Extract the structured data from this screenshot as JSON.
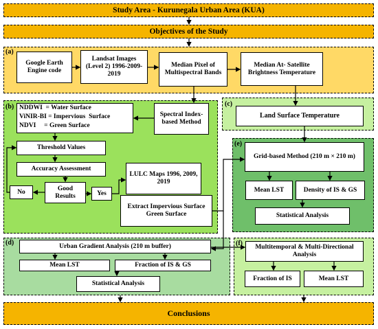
{
  "title": "Study Area - Kurunegala Urban Area (KUA)",
  "objectives": "Objectives of the Study",
  "conclusions": "Conclusions",
  "panel_a": {
    "tag": "(a)",
    "gee": "Google Earth Engine code",
    "landsat": "Landsat Images (Level 2) 1996-2009-2019",
    "median_pixel": "Median Pixel of Multispectral Bands",
    "median_bt": "Median At- Satellite Brightness Temperature"
  },
  "panel_b": {
    "tag": "(b)",
    "indices_line1": "NDDWI  = Water Surface",
    "indices_line2": "ViNIR-BI = Impervious  Surface",
    "indices_line3": "NDVI     = Green Surface",
    "spectral": "Spectral Index-based Method",
    "threshold": "Threshold Values",
    "accuracy": "Accuracy Assessment",
    "good": "Good Results",
    "no": "No",
    "yes": "Yes",
    "lulc": "LULC Maps 1996, 2009, 2019",
    "extract": "Extract Impervious Surface Green Surface"
  },
  "panel_c": {
    "tag": "(c)",
    "lst": "Land Surface Temperature"
  },
  "panel_e": {
    "tag": "(e)",
    "grid": "Grid-based Method (210 m × 210 m)",
    "mean_lst": "Mean LST",
    "density": "Density of IS & GS",
    "stats": "Statistical Analysis"
  },
  "panel_d": {
    "tag": "(d)",
    "gradient": "Urban Gradient Analysis  (210 m buffer)",
    "mean_lst": "Mean LST",
    "fraction": "Fraction of IS & GS",
    "stats": "Statistical Analysis"
  },
  "panel_f": {
    "tag": "(f)",
    "multi": "Multitemporal & Multi-Directional Analysis",
    "fraction": "Fraction of IS",
    "mean_lst": "Mean LST"
  },
  "colors": {
    "banner": "#f5b400",
    "panel_a": "#ffd966",
    "panel_b": "#9be15c",
    "panel_c": "#c6f0a0",
    "panel_e": "#6fbf6a",
    "panel_d": "#a8dca0"
  }
}
